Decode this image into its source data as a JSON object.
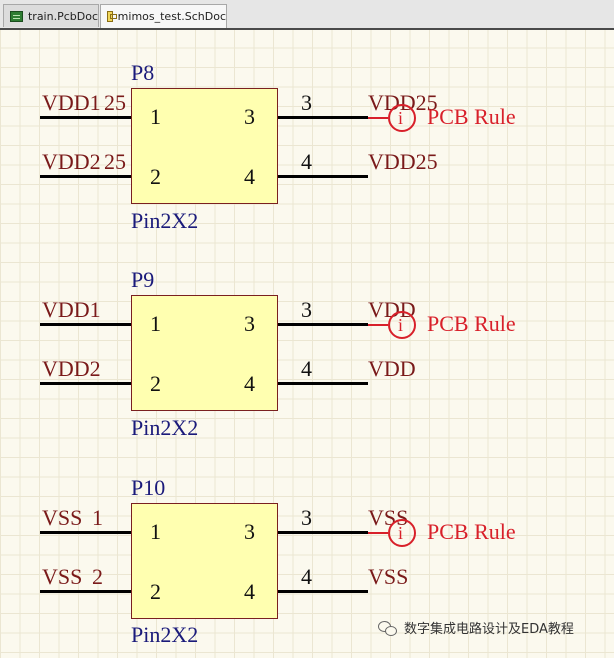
{
  "tabs": [
    {
      "label": "train.PcbDoc",
      "icon": "pcb-document-icon",
      "active": false
    },
    {
      "label": "mimos_test.SchDoc",
      "icon": "schematic-document-icon",
      "active": true
    }
  ],
  "components": [
    {
      "designator": "P8",
      "comment": "Pin2X2",
      "pins": [
        "1",
        "2",
        "3",
        "4"
      ],
      "left_nets": [
        "VDD1",
        "VDD2"
      ],
      "left_pin_labels": [
        "25",
        "25"
      ],
      "right_nets": [
        "VDD25",
        "VDD25"
      ],
      "rule_label": "PCB Rule",
      "rule_icon_text": "i"
    },
    {
      "designator": "P9",
      "comment": "Pin2X2",
      "pins": [
        "1",
        "2",
        "3",
        "4"
      ],
      "left_nets": [
        "VDD1",
        "VDD2"
      ],
      "left_pin_labels": [
        "",
        ""
      ],
      "right_nets": [
        "VDD",
        "VDD"
      ],
      "rule_label": "PCB Rule",
      "rule_icon_text": "i"
    },
    {
      "designator": "P10",
      "comment": "Pin2X2",
      "pins": [
        "1",
        "2",
        "3",
        "4"
      ],
      "left_nets": [
        "VSS",
        "VSS"
      ],
      "left_pin_labels": [
        "1",
        "2"
      ],
      "right_nets": [
        "VSS",
        "VSS"
      ],
      "rule_label": "PCB Rule",
      "rule_icon_text": "i"
    }
  ],
  "watermark": {
    "text": "数字集成电路设计及EDA教程",
    "icon": "wechat-icon"
  },
  "colors": {
    "canvas": "#fbf9ee",
    "component_fill": "#ffffb0",
    "designator": "#1a1a7a",
    "net_label": "#7a1a1a",
    "rule": "#d8202a",
    "wire": "#000000"
  }
}
